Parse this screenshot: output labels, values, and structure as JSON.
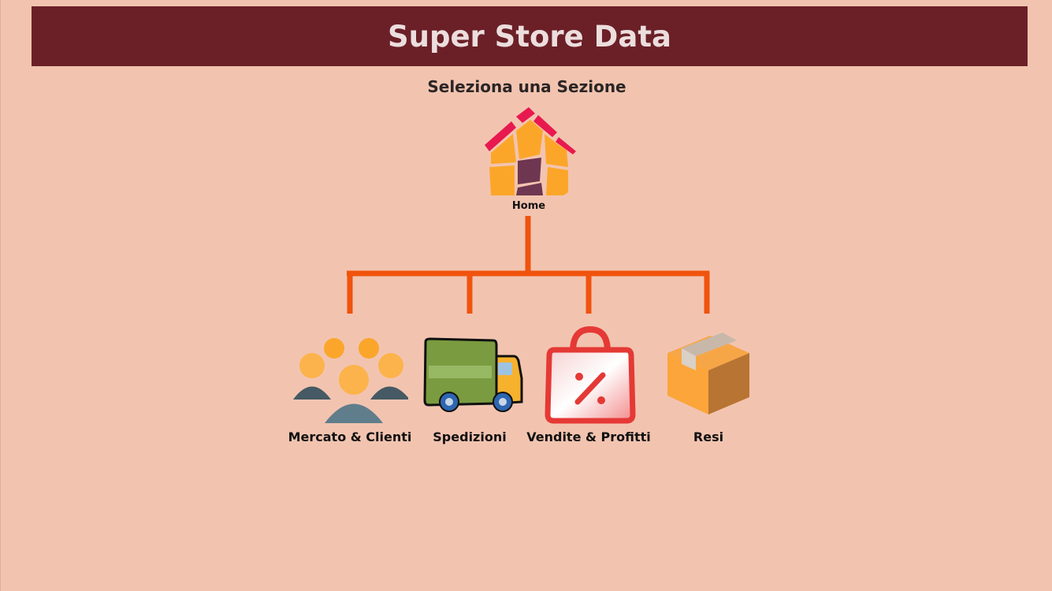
{
  "header": {
    "title": "Super Store Data"
  },
  "subtitle": "Seleziona una Sezione",
  "home": {
    "label": "Home",
    "icon": "house-icon"
  },
  "sections": [
    {
      "label": "Mercato & Clienti",
      "icon": "people-icon"
    },
    {
      "label": "Spedizioni",
      "icon": "truck-icon"
    },
    {
      "label": "Vendite & Profitti",
      "icon": "shopping-bag-percent-icon"
    },
    {
      "label": "Resi",
      "icon": "box-icon"
    }
  ],
  "colors": {
    "background": "#f2c4b0",
    "header": "#6b2027",
    "connector": "#f0530e"
  }
}
